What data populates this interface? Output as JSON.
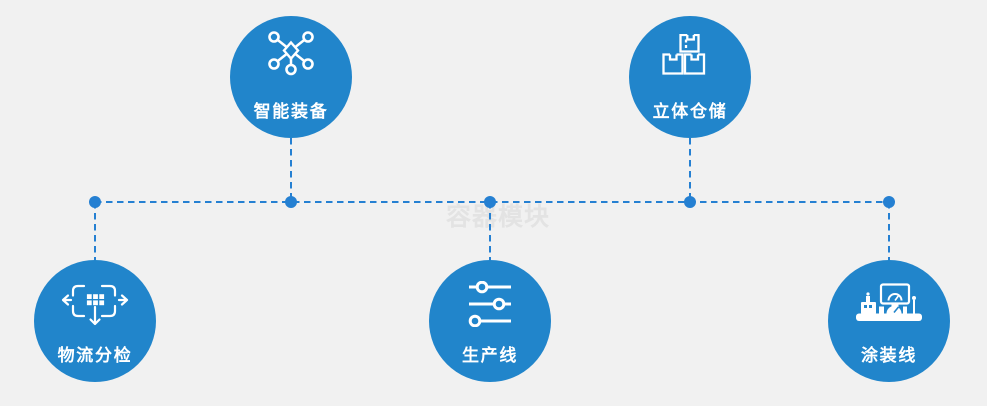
{
  "canvas": {
    "background": "#f1f1f1",
    "node_color": "#2185cb",
    "line_color": "#2580d2"
  },
  "watermark": {
    "text": "容器模块",
    "color": "#e3e3e3"
  },
  "nodes": [
    {
      "id": "smart-equipment",
      "label": "智能装备",
      "icon": "network-nodes-icon"
    },
    {
      "id": "stereo-warehouse",
      "label": "立体仓储",
      "icon": "stacked-boxes-icon"
    },
    {
      "id": "logistics-sorting",
      "label": "物流分检",
      "icon": "distribute-arrows-icon"
    },
    {
      "id": "production-line",
      "label": "生产线",
      "icon": "sliders-icon"
    },
    {
      "id": "painting-line",
      "label": "涂装线",
      "icon": "control-station-icon"
    }
  ]
}
